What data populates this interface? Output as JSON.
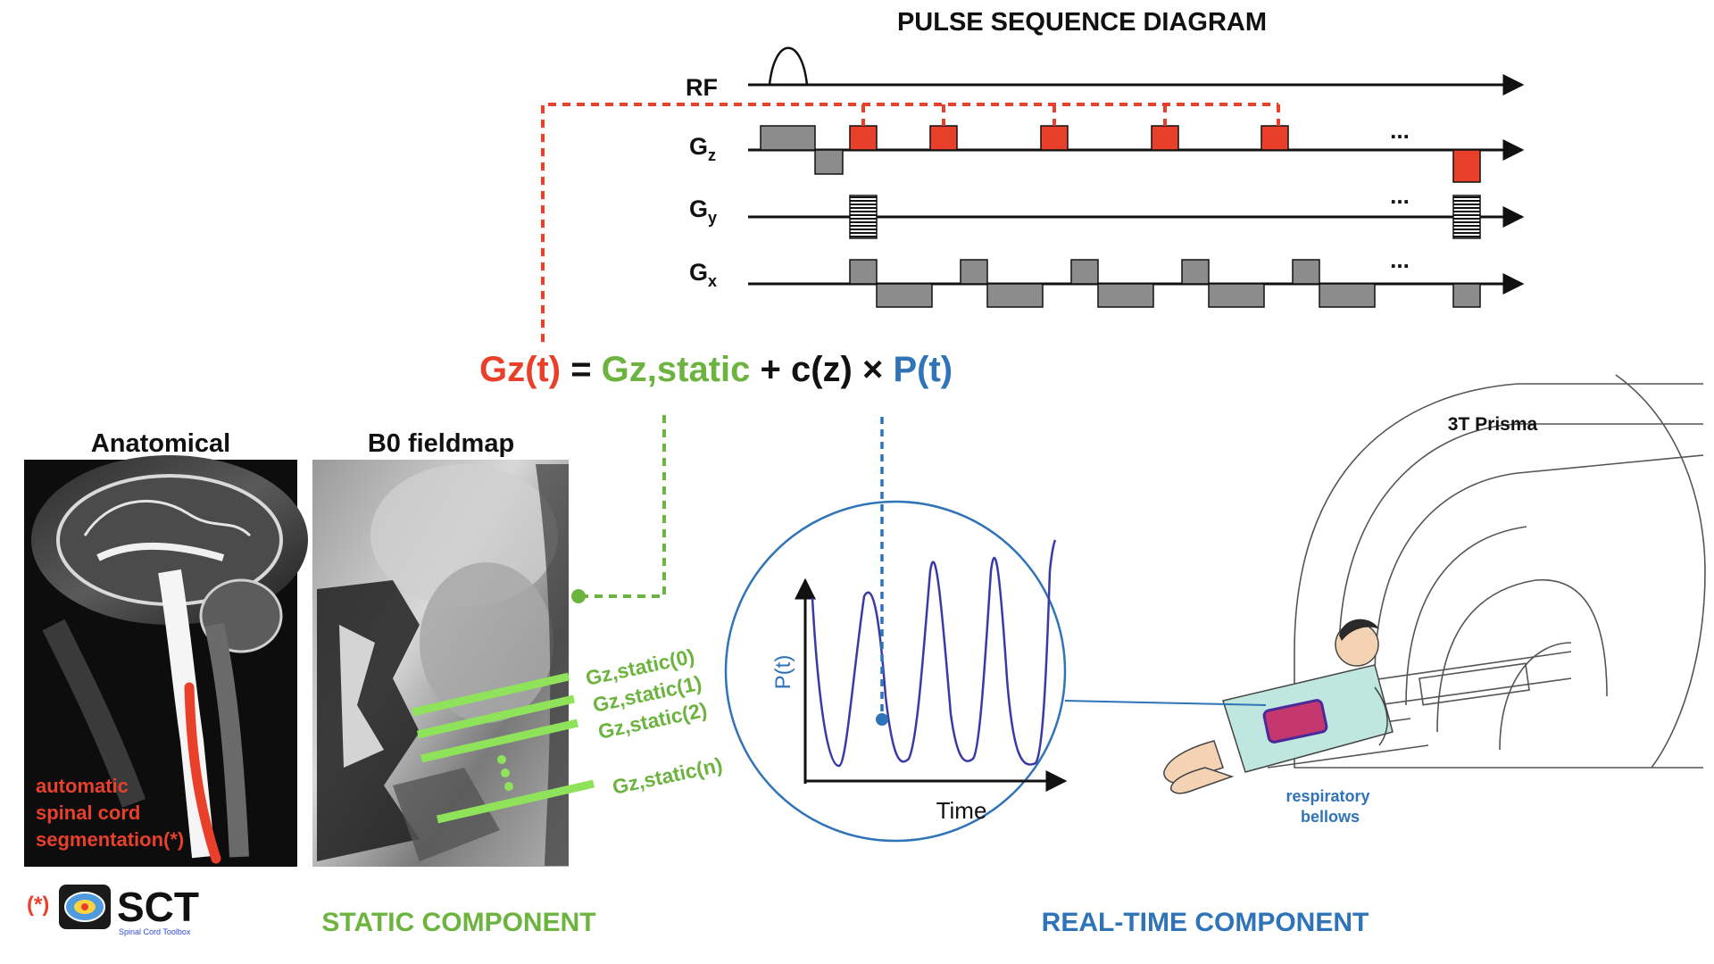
{
  "colors": {
    "red": "#e8402a",
    "green": "#6cb33f",
    "green_light": "#8fe35a",
    "blue": "#2f73b8",
    "grey_block": "#8c8c8c",
    "ink": "#111111"
  },
  "pulse": {
    "title": "PULSE SEQUENCE DIAGRAM",
    "axes": [
      {
        "main": "RF",
        "sub": ""
      },
      {
        "main": "G",
        "sub": "z"
      },
      {
        "main": "G",
        "sub": "y"
      },
      {
        "main": "G",
        "sub": "x"
      }
    ],
    "ellipsis": "..."
  },
  "equation": {
    "lhs": "Gz(t)",
    "eq": " = ",
    "static": "Gz,static",
    "plus": " + c(z) × ",
    "realtime": "P(t)"
  },
  "anatomical": {
    "title": "Anatomical",
    "seg_lines": [
      "automatic",
      "spinal cord",
      "segmentation(*)"
    ]
  },
  "fieldmap": {
    "title": "B0 fieldmap",
    "slices": [
      "Gz,static(0)",
      "Gz,static(1)",
      "Gz,static(2)",
      "Gz,static(n)"
    ]
  },
  "plot": {
    "ylabel": "P(t)",
    "xlabel": "Time"
  },
  "scanner": {
    "label": "3T Prisma",
    "bellows": [
      "respiratory",
      "bellows"
    ]
  },
  "footer": {
    "asterisk": "(*)",
    "sct_big": "SCT",
    "sct_small": "Spinal Cord Toolbox",
    "static_label": "STATIC COMPONENT",
    "realtime_label": "REAL-TIME COMPONENT"
  }
}
